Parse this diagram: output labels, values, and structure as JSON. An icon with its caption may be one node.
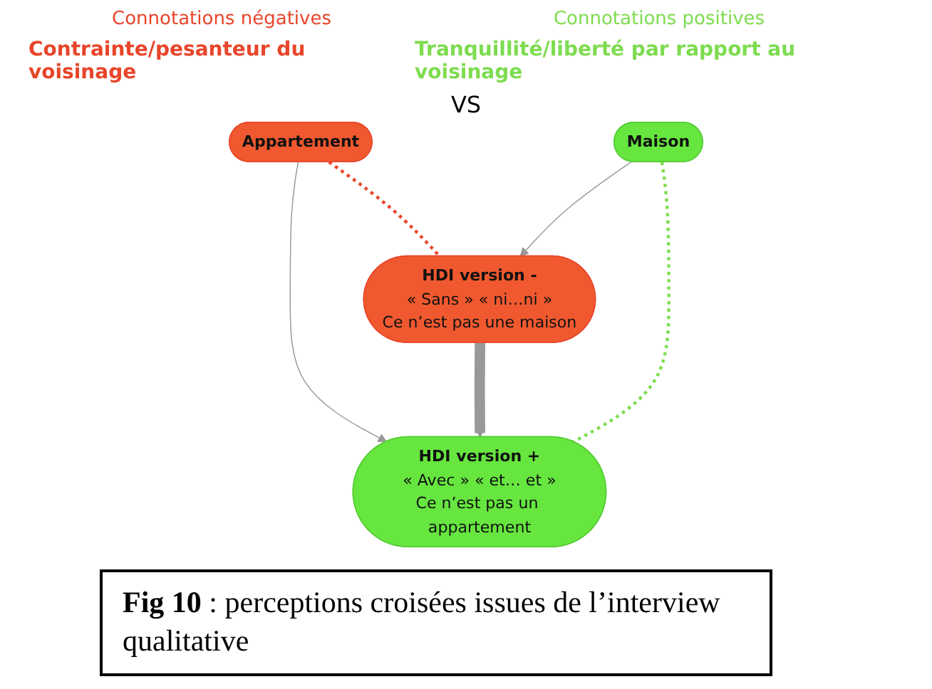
{
  "diagram": {
    "caption": "**Fig  10** : perceptions croisées issues de l’interview qualitative",
    "nodes": [
      {
        "text": [
          "Appartement"
        ]
      },
      {
        "text": [
          "Maison"
        ]
      },
      {
        "text": [
          "HDI version -",
          "« Sans » « ni…ni »",
          "Ce n’est pas une maison"
        ]
      },
      {
        "text": [
          "HDI version +",
          "« Avec » « et… et »",
          "Ce n’est pas un appartement"
        ]
      }
    ],
    "edges": [
      {
        "from": 0,
        "to": 3,
        "arrow": "to"
      },
      {
        "from": 1,
        "to": 2,
        "arrow": "to"
      },
      {
        "from": 2,
        "to": 3,
        "arrow": "to",
        "style": "thick"
      },
      {
        "from": 0,
        "to": 2,
        "arrow": "none",
        "style": "dashed",
        "color": "#e8452a"
      },
      {
        "from": 1,
        "to": 3,
        "arrow": "none",
        "style": "dashed",
        "color": "#7ddc4f"
      }
    ],
    "labels": [
      "Connotations négatives",
      "Contrainte/pesanteur du voisinage",
      "Connotations positives",
      "Tranquillité/liberté par rapport au voisinage",
      "VS"
    ]
  }
}
